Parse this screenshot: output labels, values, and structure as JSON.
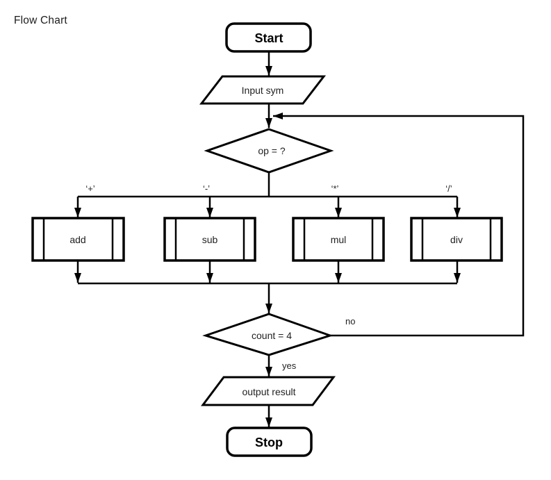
{
  "page": {
    "title": "Flow Chart",
    "background": "#ffffff"
  },
  "flowchart": {
    "stroke_color": "#000000",
    "text_color": "#1f1f1f",
    "nodes": {
      "start": {
        "type": "terminator",
        "label": "Start"
      },
      "input": {
        "type": "input-output",
        "label": "Input sym"
      },
      "op": {
        "type": "decision",
        "label": "op = ?"
      },
      "add": {
        "type": "predefined-process",
        "label": "add"
      },
      "sub": {
        "type": "predefined-process",
        "label": "sub"
      },
      "mul": {
        "type": "predefined-process",
        "label": "mul"
      },
      "div": {
        "type": "predefined-process",
        "label": "div"
      },
      "count": {
        "type": "decision",
        "label": "count = 4"
      },
      "output": {
        "type": "input-output",
        "label": "output result"
      },
      "stop": {
        "type": "terminator",
        "label": "Stop"
      }
    },
    "edge_labels": {
      "plus": "‘+’",
      "minus": "‘-’",
      "times": "‘*’",
      "divide": "‘/’",
      "no": "no",
      "yes": "yes"
    }
  }
}
